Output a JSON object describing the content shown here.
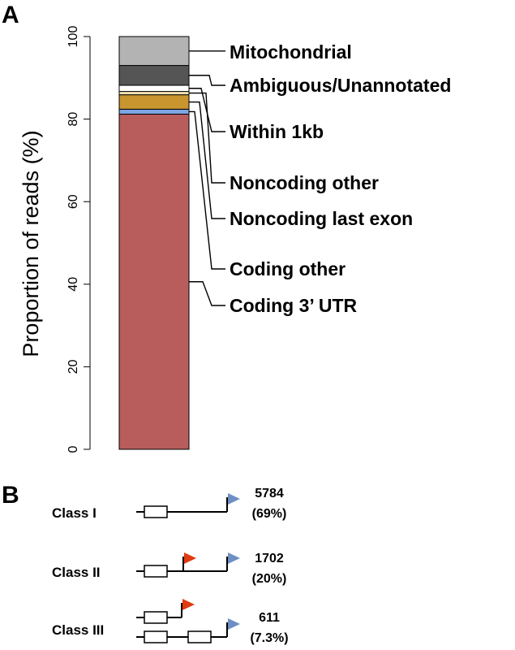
{
  "panel_a_letter": "A",
  "panel_b_letter": "B",
  "chart_data": {
    "type": "bar",
    "stacked": true,
    "categories": [
      ""
    ],
    "ylabel": "Proportion of reads (%)",
    "ylim": [
      0,
      100
    ],
    "yticks": [
      0,
      20,
      40,
      60,
      80,
      100
    ],
    "grid": false,
    "legend": "right",
    "series": [
      {
        "name": "Coding 3’ UTR",
        "values": [
          81.2
        ],
        "color": "#b85c5c"
      },
      {
        "name": "Coding other",
        "values": [
          1.2
        ],
        "color": "#7ea6e0"
      },
      {
        "name": "Noncoding last exon",
        "values": [
          3.5
        ],
        "color": "#c8952e"
      },
      {
        "name": "Noncoding other",
        "values": [
          0.8
        ],
        "color": "#f2e3b0"
      },
      {
        "name": "Within 1kb",
        "values": [
          1.5
        ],
        "color": "#ffffff"
      },
      {
        "name": "Ambiguous/Unannotated",
        "values": [
          4.8
        ],
        "color": "#555555"
      },
      {
        "name": "Mitochondrial",
        "values": [
          7.0
        ],
        "color": "#b3b3b3"
      }
    ]
  },
  "classes": [
    {
      "label": "Class I",
      "count": "5784",
      "percent": "(69%)"
    },
    {
      "label": "Class II",
      "count": "1702",
      "percent": "(20%)"
    },
    {
      "label": "Class III",
      "count": "611",
      "percent": "(7.3%)"
    }
  ],
  "colors": {
    "red_flag": "#e03a10",
    "blue_flag": "#6e8fc4"
  }
}
